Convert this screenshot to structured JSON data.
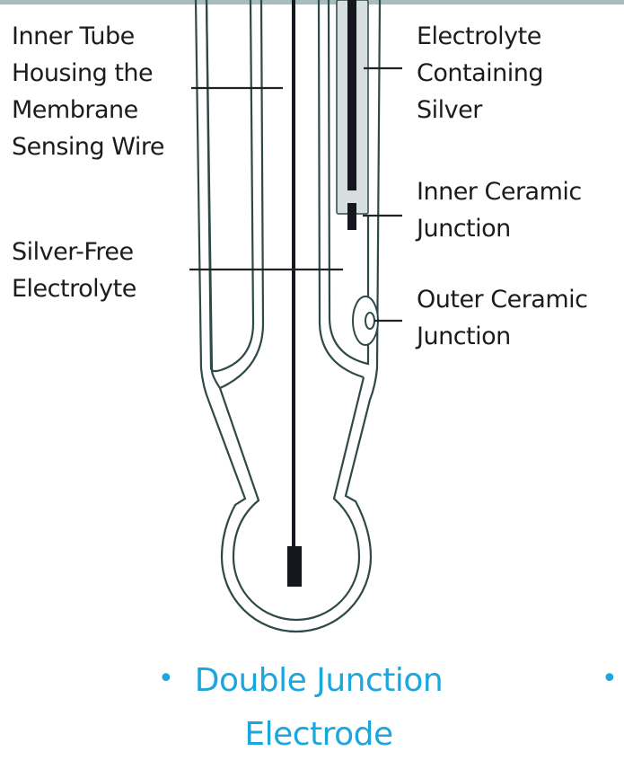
{
  "labels": {
    "inner_tube": [
      "Inner Tube",
      "Housing the",
      "Membrane",
      "Sensing Wire"
    ],
    "silver_free": [
      "Silver-Free",
      "Electrolyte"
    ],
    "electrolyte_silver": [
      "Electrolyte",
      "Containing",
      "Silver"
    ],
    "inner_ceramic": [
      "Inner Ceramic",
      "Junction"
    ],
    "outer_ceramic": [
      "Outer Ceramic",
      "Junction"
    ]
  },
  "caption": {
    "line1": "Double Junction",
    "line2": "Electrode",
    "bullet": "•"
  },
  "colors": {
    "outline": "#2f4848",
    "wire": "#16161e",
    "caption": "#1ba6dc",
    "ceramic_fill": "#d6dede"
  }
}
